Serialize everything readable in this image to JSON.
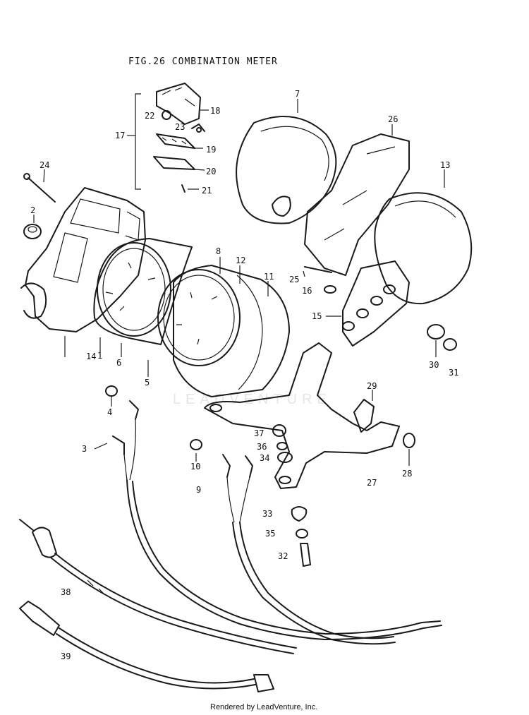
{
  "title": "FIG.26  COMBINATION METER",
  "credit": "Rendered by LeadVenture, Inc.",
  "watermark": "LEADVENTURE",
  "callouts": {
    "n1": "1",
    "n2": "2",
    "n3": "3",
    "n4": "4",
    "n5": "5",
    "n6": "6",
    "n7": "7",
    "n8": "8",
    "n9": "9",
    "n10": "10",
    "n11": "11",
    "n12": "12",
    "n13": "13",
    "n14": "14",
    "n15": "15",
    "n16": "16",
    "n17": "17",
    "n18": "18",
    "n19": "19",
    "n20": "20",
    "n21": "21",
    "n22": "22",
    "n23": "23",
    "n24": "24",
    "n25": "25",
    "n26": "26",
    "n27": "27",
    "n28": "28",
    "n29": "29",
    "n30": "30",
    "n31": "31",
    "n32": "32",
    "n33": "33",
    "n34": "34",
    "n35": "35",
    "n36": "36",
    "n37": "37",
    "n38": "38",
    "n39": "39"
  }
}
